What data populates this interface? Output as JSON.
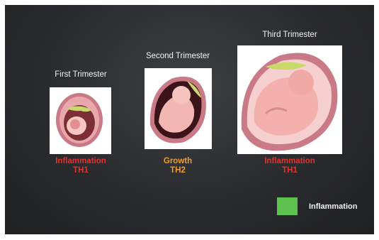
{
  "stages": [
    {
      "title": "First Trimester",
      "label_line1": "Inflammation",
      "label_line2": "TH1",
      "label_color": "#e0332f"
    },
    {
      "title": "Second Trimester",
      "label_line1": "Growth",
      "label_line2": "TH2",
      "label_color": "#f0a02a"
    },
    {
      "title": "Third Trimester",
      "label_line1": "Inflammation",
      "label_line2": "TH1",
      "label_color": "#e0332f"
    }
  ],
  "legend": {
    "label": "Inflammation",
    "swatch_color": "#5cc14d"
  },
  "colors": {
    "background": "#2a2b2e",
    "uterus_wall": "#c97a86",
    "fetus": "#f3b7b3",
    "placenta": "#c8d86a"
  }
}
